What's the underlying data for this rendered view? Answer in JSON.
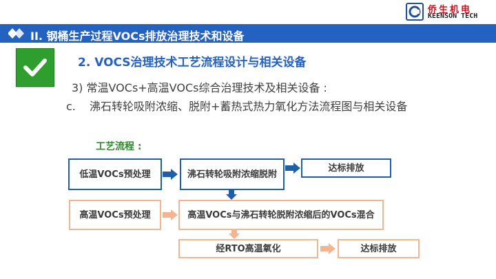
{
  "header": {
    "section_title": "II.  钢桶生产过程VOCs排放治理技术和设备",
    "logo_cn": "侨生机电",
    "logo_en": "KEENSON TECH"
  },
  "content": {
    "heading": "2.  VOCS治理技术工艺流程设计与相关设备",
    "item3": "3)  常温VOCs+高温VOCs综合治理技术及相关设备 :",
    "itemc_label": "c.",
    "itemc_text": "沸石转轮吸附浓缩、脱附+蓄热式热力氧化方法流程图与相关设备"
  },
  "flow": {
    "label": "工艺流程 :",
    "low_pre": "低温VOCs预处理",
    "zeolite": "沸石转轮吸附浓缩脱附",
    "discharge1": "达标排放",
    "high_pre": "高温VOCs预处理",
    "mix": "高温VOCs与沸石转轮脱附浓缩后的VOCs混合",
    "rto": "经RTO高温氧化",
    "discharge2": "达标排放"
  },
  "colors": {
    "banner": "#2462c2",
    "blue_flow": "#1f5fa8",
    "orange_flow": "#f2b58f",
    "flow_label": "#2d8a2d"
  }
}
